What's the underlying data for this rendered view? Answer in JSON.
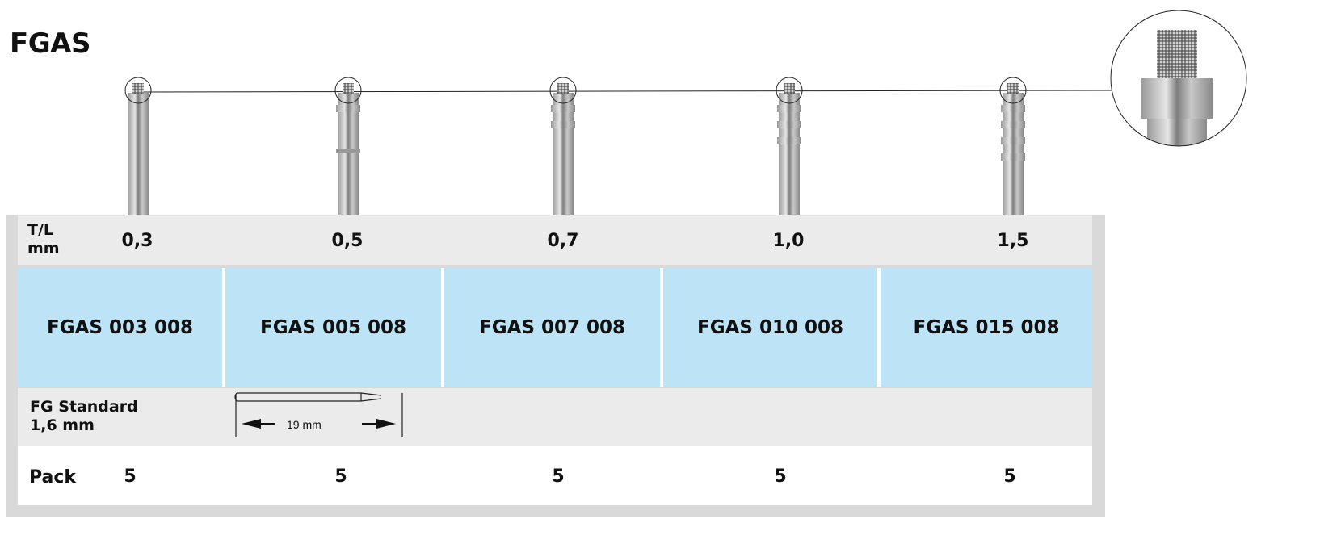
{
  "title": "FGAS",
  "rows": {
    "size_label": [
      "T/L",
      "mm"
    ],
    "shank_label": [
      "FG Standard",
      "1,6 mm"
    ],
    "shank_length": "19 mm",
    "pack_label": "Pack"
  },
  "products": [
    {
      "size": "0,3",
      "code": "FGAS 003 008",
      "pack": "5"
    },
    {
      "size": "0,5",
      "code": "FGAS 005 008",
      "pack": "5"
    },
    {
      "size": "0,7",
      "code": "FGAS 007 008",
      "pack": "5"
    },
    {
      "size": "1,0",
      "code": "FGAS 010 008",
      "pack": "5"
    },
    {
      "size": "1,5",
      "code": "FGAS 015 008",
      "pack": "5"
    }
  ],
  "colors": {
    "code_bg": "#bde3f7",
    "row_bg": "#ebebeb",
    "frame": "#d9d9d9"
  }
}
